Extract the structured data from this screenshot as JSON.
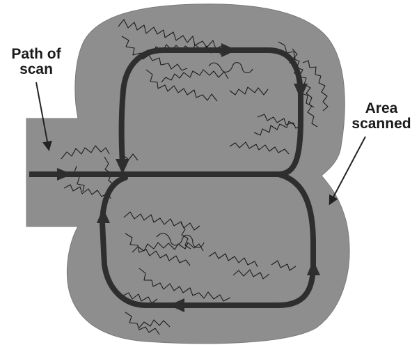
{
  "labels": {
    "path_of_scan": {
      "line1": "Path of",
      "line2": "scan"
    },
    "area_scanned": {
      "line1": "Area",
      "line2": "scanned"
    }
  },
  "colors": {
    "area_fill": "#8e8e8e",
    "scan_path": "#2e2e2e",
    "texture": "#1c1c1c",
    "label_text": "#1a1a1a",
    "background": "#ffffff"
  }
}
